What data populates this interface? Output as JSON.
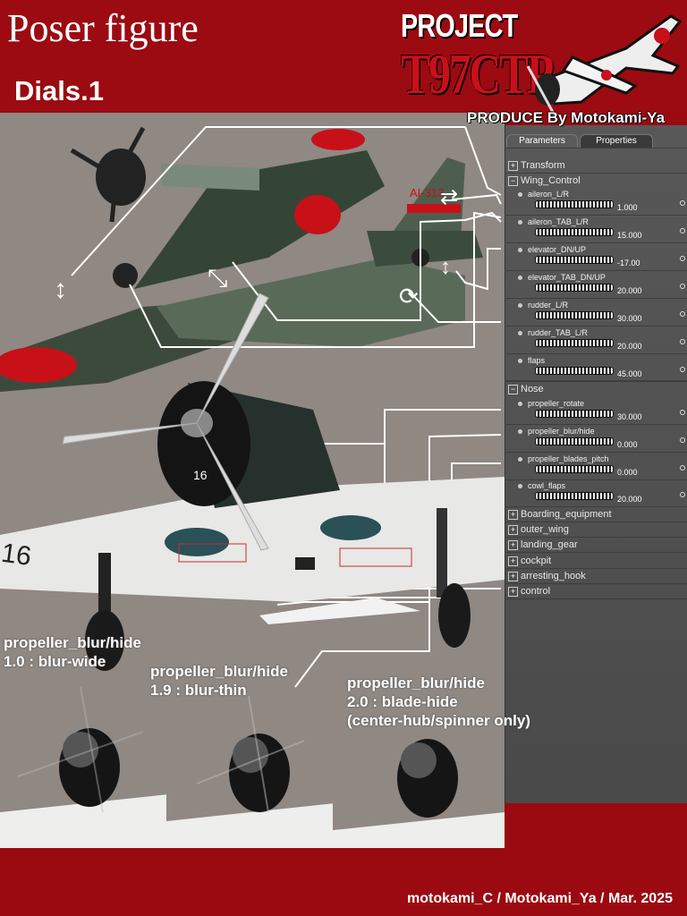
{
  "header": {
    "title": "Poser figure",
    "subtitle": "Dials.1",
    "project_label": "PROJECT",
    "project_code": "T97CTP",
    "produce": "PRODUCE By Motokami-Ya"
  },
  "panel": {
    "tabs": [
      "Parameters",
      "Properties"
    ],
    "sections": {
      "transform": "Transform",
      "wing_control": "Wing_Control",
      "nose": "Nose"
    },
    "dials": [
      {
        "label": "aileron_L/R",
        "value": "1.000"
      },
      {
        "label": "aileron_TAB_L/R",
        "value": "15.000"
      },
      {
        "label": "elevator_DN/UP",
        "value": "-17.00"
      },
      {
        "label": "elevator_TAB_DN/UP",
        "value": "20.000"
      },
      {
        "label": "rudder_L/R",
        "value": "30.000"
      },
      {
        "label": "rudder_TAB_L/R",
        "value": "20.000"
      },
      {
        "label": "flaps",
        "value": "45.000"
      },
      {
        "label": "propeller_rotate",
        "value": "30.000"
      },
      {
        "label": "propeller_blur/hide",
        "value": "0.000"
      },
      {
        "label": "propeller_blades_pitch",
        "value": "0.000"
      },
      {
        "label": "cowl_flaps",
        "value": "20.000"
      }
    ],
    "groups": [
      "Boarding_equipment",
      "outer_wing",
      "landing_gear",
      "cockpit",
      "arresting_hook",
      "control"
    ]
  },
  "captions": [
    {
      "line1": "propeller_blur/hide",
      "line2": "1.0 : blur-wide",
      "line3": ""
    },
    {
      "line1": "propeller_blur/hide",
      "line2": "1.9 : blur-thin",
      "line3": ""
    },
    {
      "line1": "propeller_blur/hide",
      "line2": "2.0 : blade-hide",
      "line3": "(center-hub/spinner only)"
    }
  ],
  "aircraft": {
    "tail_code": "AI-313",
    "side_number": "16",
    "wing_marking": "16"
  },
  "footer": "motokami_C / Motokami_Ya / Mar. 2025",
  "colors": {
    "brand_red": "#9c0a12",
    "panel_gray": "#525252",
    "hinomaru": "#d0121c"
  }
}
